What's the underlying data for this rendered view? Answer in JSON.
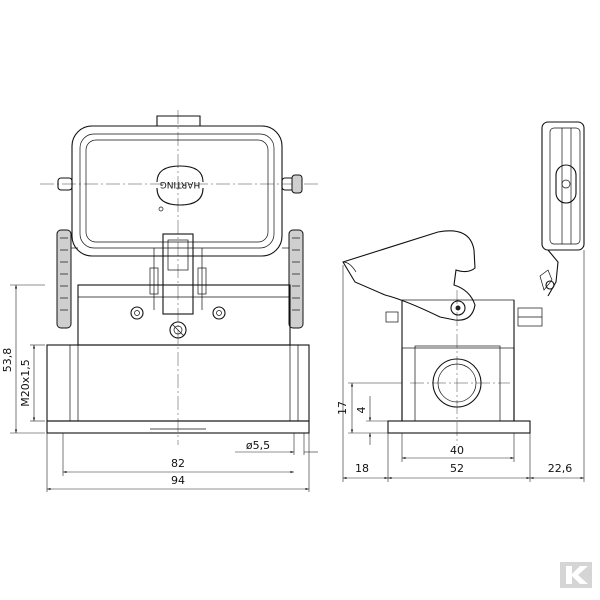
{
  "brand_text": "HARTING",
  "dimensions": {
    "height_total": "53,8",
    "thread": "M20x1,5",
    "hole_dia": "ø5,5",
    "mount_spacing": "82",
    "width_total": "94",
    "side_17": "17",
    "side_4": "4",
    "side_40": "40",
    "side_18": "18",
    "side_52": "52",
    "side_22_6": "22,6"
  },
  "watermark_logo": "K"
}
